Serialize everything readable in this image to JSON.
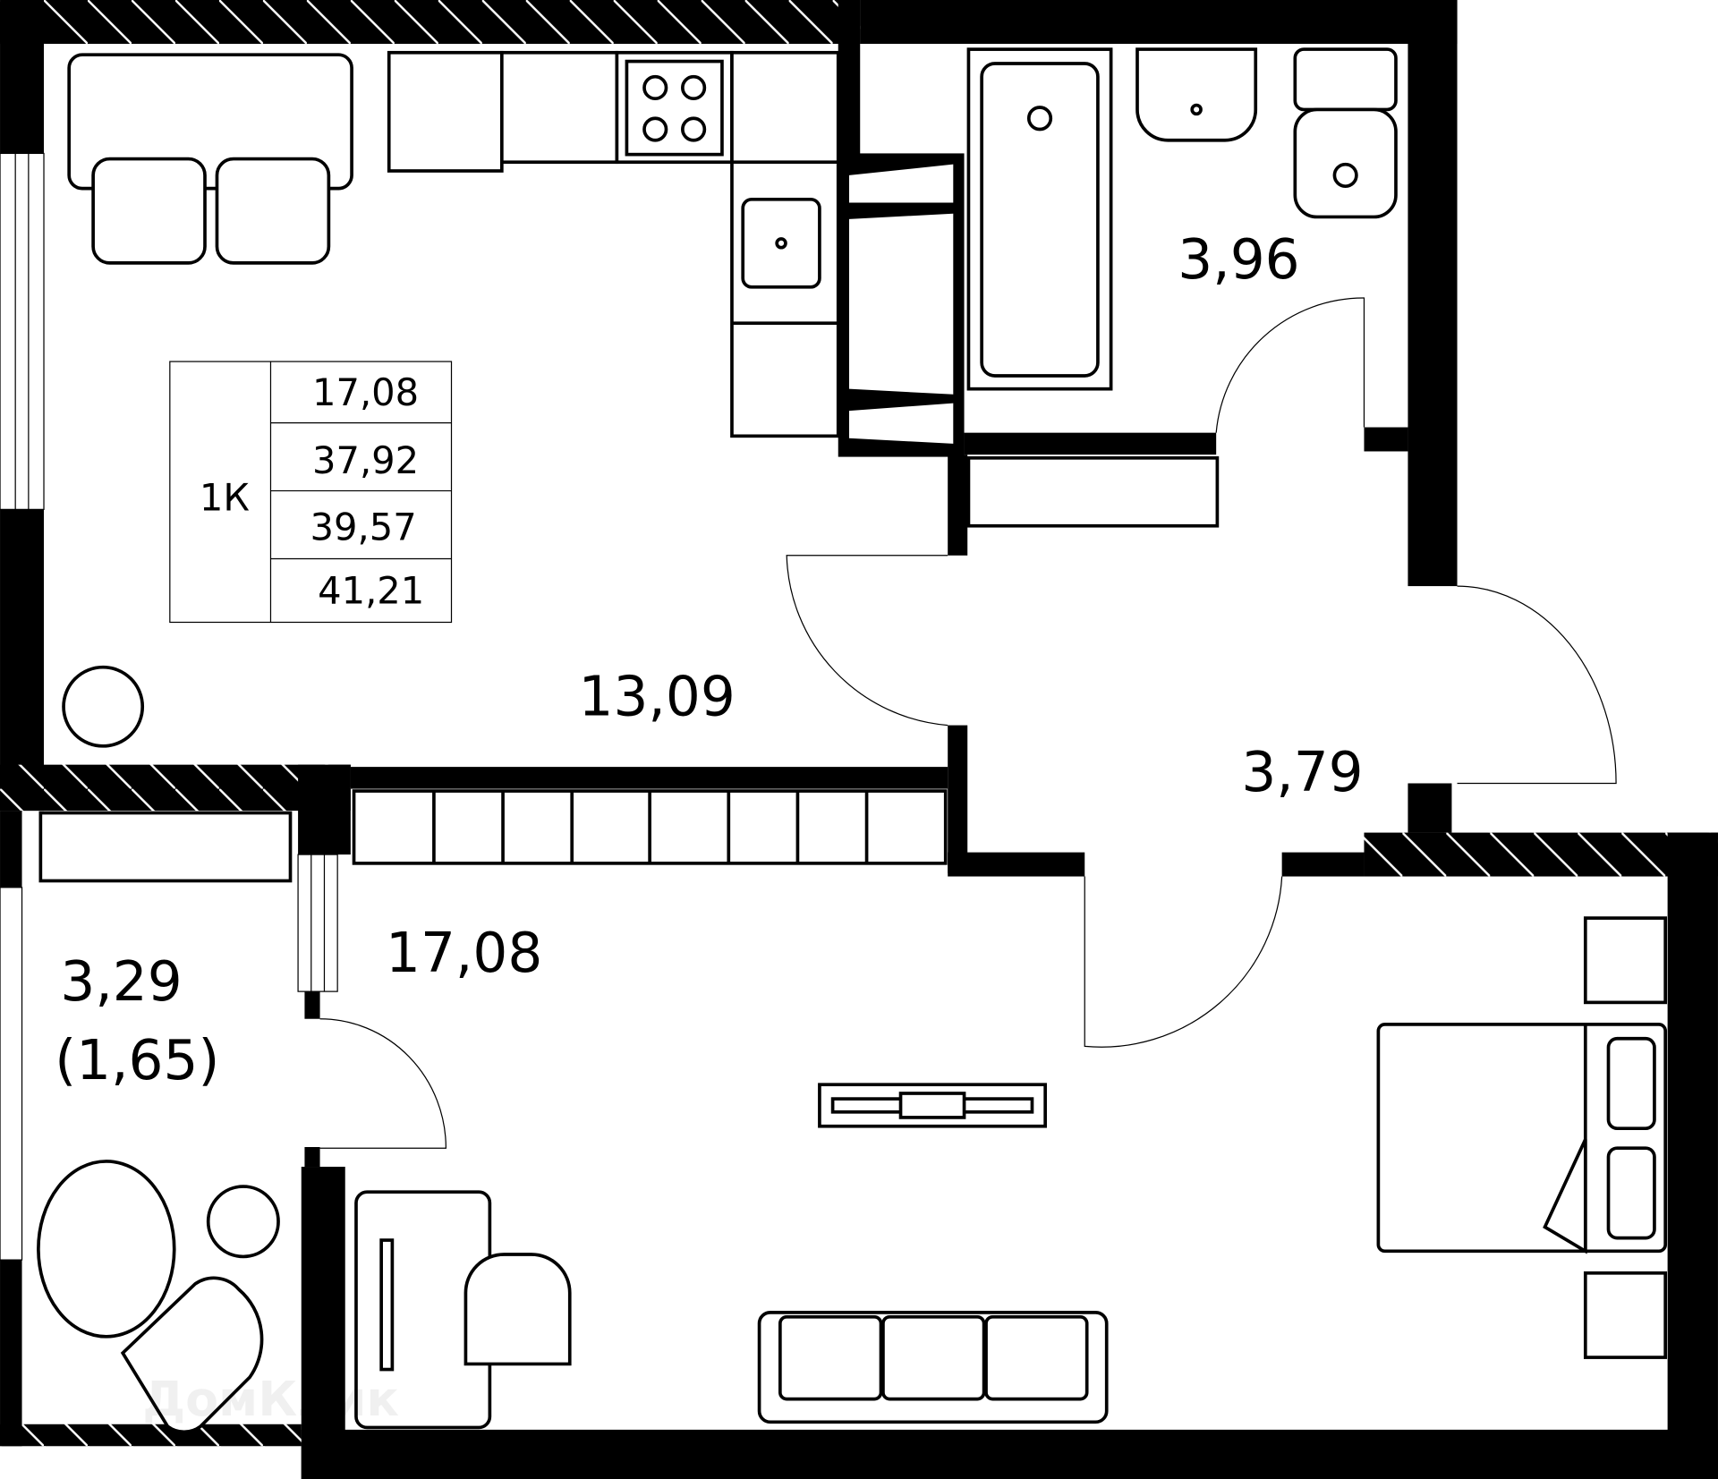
{
  "plan": {
    "watermark": "ДомКлик",
    "rooms": {
      "kitchen_area": "13,09",
      "bathroom_area": "3,96",
      "hallway_area": "3,79",
      "living_area": "17,08",
      "balcony_area": "3,29",
      "balcony_reduced_area": "(1,65)"
    },
    "summary_table": {
      "type": "1К",
      "values": [
        "17,08",
        "37,92",
        "39,57",
        "41,21"
      ]
    }
  }
}
